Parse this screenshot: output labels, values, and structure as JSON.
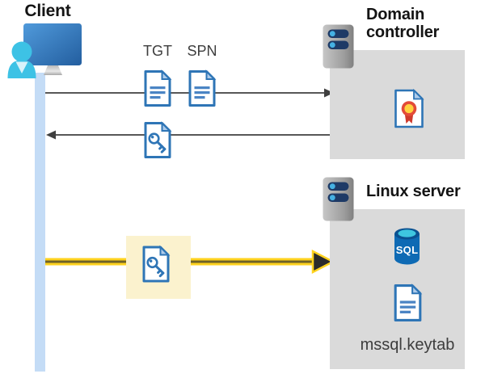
{
  "client": {
    "label": "Client"
  },
  "flow": {
    "tgt_label": "TGT",
    "spn_label": "SPN"
  },
  "domain_controller": {
    "label": "Domain controller"
  },
  "linux_server": {
    "label": "Linux server",
    "sql_badge": "SQL",
    "keytab_label": "mssql.keytab"
  },
  "icons": {
    "client": "client-workstation-icon",
    "server": "server-icon",
    "ticket_document": "document-icon",
    "service_ticket": "key-document-icon",
    "certificate": "certificate-icon",
    "database": "sql-database-icon"
  },
  "colors": {
    "lifeline": "#C4DCF6",
    "panel": "#DADADA",
    "highlight": "#FBF2CE",
    "arrow": "#575757",
    "arrowhead": "#3F3F3F",
    "yellow": "#FFD21E",
    "yellow_core": "#6E6228",
    "doc_stroke": "#2E75B6",
    "doc_fold": "#AECBEA",
    "doc_line": "#4A84C4",
    "label_dark": "#141414",
    "label_gray": "#3D3D3D"
  }
}
